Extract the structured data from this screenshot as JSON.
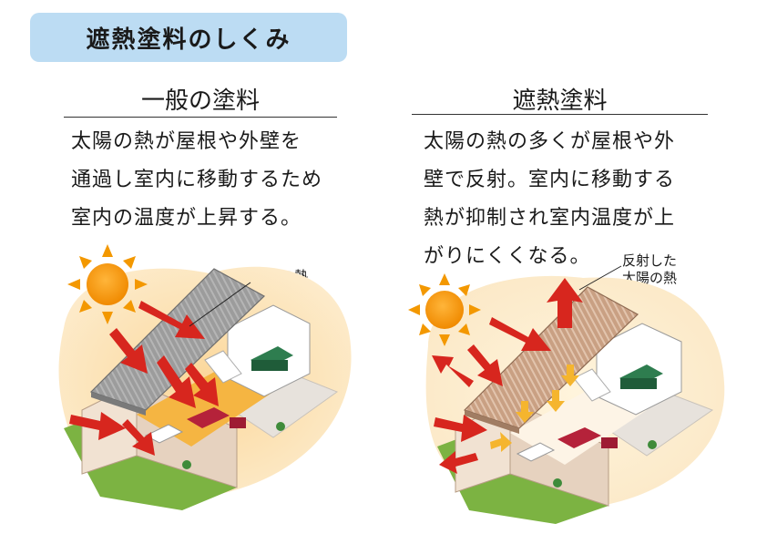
{
  "title": "遮熱塗料のしくみ",
  "left": {
    "heading": "一般の塗料",
    "lines": [
      "太陽の熱が屋根や外壁を",
      "通過し室内に移動するため",
      "室内の温度が上昇する。"
    ],
    "callout": "太陽の熱"
  },
  "right": {
    "heading": "遮熱塗料",
    "lines": [
      "太陽の熱の多くが屋根や外",
      "壁で反射。室内に移動する",
      "熱が抑制され室内温度が上",
      "がりにくくなる。"
    ],
    "callout_lines": [
      "反射した",
      "太陽の熱"
    ]
  },
  "colors": {
    "badge": "#bcdcf3",
    "sun": "#f39800",
    "arrow_red": "#d7261e",
    "arrow_yellow": "#f5b52e",
    "warm_bg": "#fde6b8",
    "roof_left": "#9a9a9a",
    "roof_right": "#c9a58a",
    "wall": "#f2e4d5",
    "grass": "#7cb342",
    "sofa": "#b5223a",
    "bed": "#2e7d4f"
  }
}
